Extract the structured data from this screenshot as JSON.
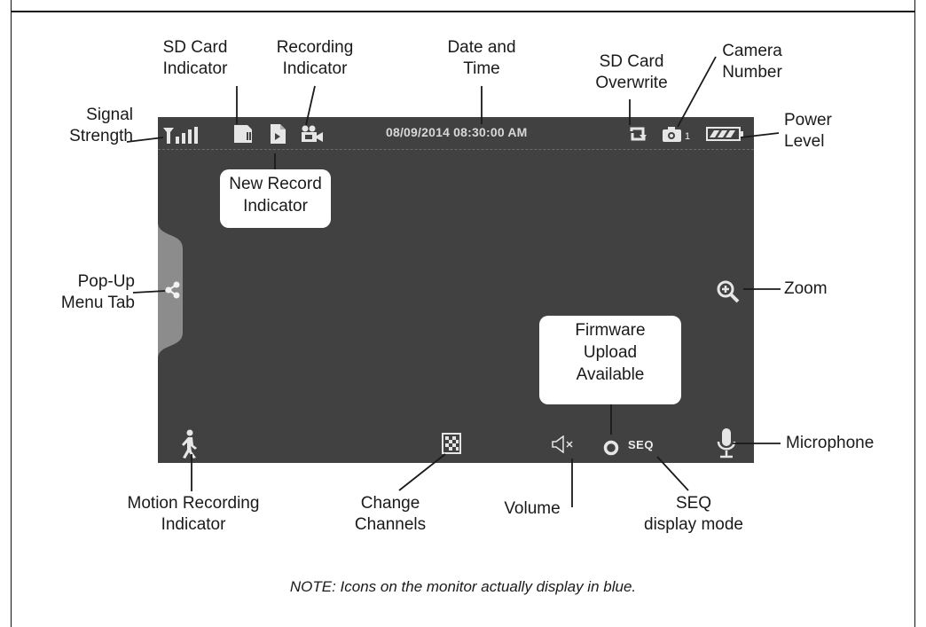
{
  "labels": {
    "signal": "Signal\nStrength",
    "sd_card": "SD Card\nIndicator",
    "recording": "Recording\nIndicator",
    "datetime": "Date and\nTime",
    "sd_overwrite": "SD Card\nOverwrite",
    "camera_number": "Camera\nNumber",
    "power": "Power\nLevel",
    "popup": "Pop-Up\nMenu Tab",
    "zoom": "Zoom",
    "microphone": "Microphone",
    "motion": "Motion Recording\nIndicator",
    "channels": "Change\nChannels",
    "volume": "Volume",
    "seq": "SEQ\ndisplay mode"
  },
  "callouts": {
    "new_record": "New Record\nIndicator",
    "firmware": "Firmware\nUpload\nAvailable"
  },
  "monitor": {
    "datetime": "08/09/2014  08:30:00 AM",
    "seq": "SEQ",
    "camera_number": "1"
  },
  "note": "NOTE:  Icons on the monitor actually display in blue.",
  "icons": [
    "signal-icon",
    "sd-card-icon",
    "new-record-icon",
    "recording-icon",
    "overwrite-icon",
    "camera-icon",
    "battery-icon",
    "popup-menu-icon",
    "zoom-icon",
    "motion-icon",
    "channels-icon",
    "volume-icon",
    "firmware-icon",
    "microphone-icon"
  ],
  "colors": {
    "monitor_bg": "#414141",
    "icon": "#e6e6e6",
    "popup_tab": "#8c8c8c"
  }
}
